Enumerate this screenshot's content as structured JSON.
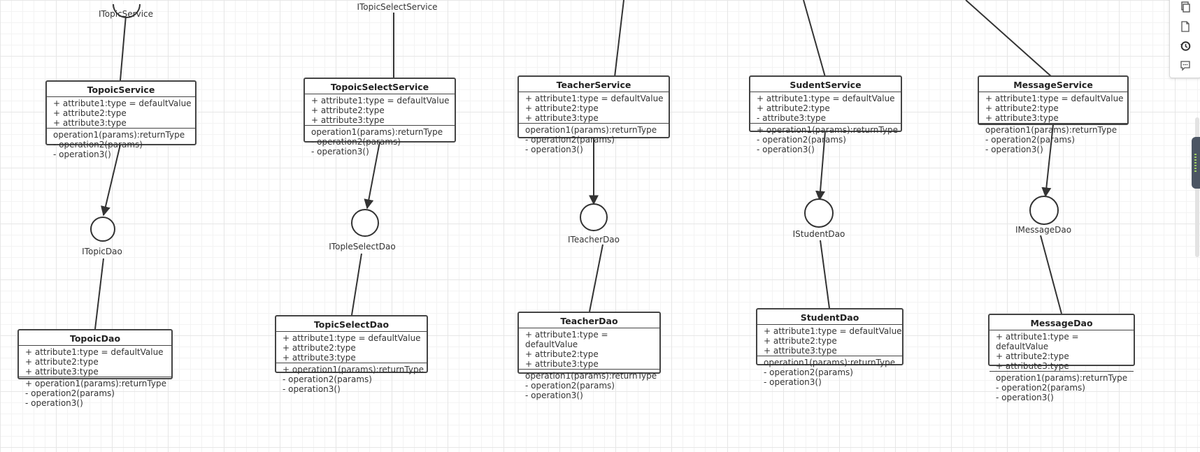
{
  "canvas": {
    "interfaces": [
      {
        "id": "itopicservice",
        "label": "ITopicService"
      },
      {
        "id": "itopicselectservice",
        "label": "ITopicSelectService"
      },
      {
        "id": "itopicdao",
        "label": "ITopicDao"
      },
      {
        "id": "itopleselectdao",
        "label": "ITopleSelectDao"
      },
      {
        "id": "iteacherdao",
        "label": "ITeacherDao"
      },
      {
        "id": "istudentdao",
        "label": "IStudentDao"
      },
      {
        "id": "imessagedao",
        "label": "IMessageDao"
      }
    ],
    "classes": [
      {
        "id": "topoicservice",
        "name": "TopoicService",
        "attributes": [
          "+ attribute1:type = defaultValue",
          "+ attribute2:type",
          "+ attribute3:type"
        ],
        "operations": [
          "operation1(params):returnType",
          "- operation2(params)",
          "- operation3()"
        ]
      },
      {
        "id": "topoicselectservice",
        "name": "TopoicSelectService",
        "attributes": [
          "+ attribute1:type = defaultValue",
          "+ attribute2:type",
          "+ attribute3:type"
        ],
        "operations": [
          "operation1(params):returnType",
          "- operation2(params)",
          "- operation3()"
        ]
      },
      {
        "id": "teacherservice",
        "name": "TeacherService",
        "attributes": [
          "+ attribute1:type = defaultValue",
          "+ attribute2:type",
          "+ attribute3:type"
        ],
        "operations": [
          "operation1(params):returnType",
          "- operation2(params)",
          "- operation3()"
        ]
      },
      {
        "id": "sudentservice",
        "name": "SudentService",
        "attributes": [
          "+ attribute1:type = defaultValue",
          "+ attribute2:type",
          "- attribute3:type"
        ],
        "operations": [
          "+ operation1(params):returnType",
          "- operation2(params)",
          "- operation3()"
        ]
      },
      {
        "id": "messageservice",
        "name": "MessageService",
        "attributes": [
          "+ attribute1:type = defaultValue",
          "+ attribute2:type",
          "+ attribute3:type"
        ],
        "operations": [
          "operation1(params):returnType",
          "- operation2(params)",
          "- operation3()"
        ]
      },
      {
        "id": "topoicdao",
        "name": "TopoicDao",
        "attributes": [
          "+ attribute1:type = defaultValue",
          "+ attribute2:type",
          "+ attribute3:type"
        ],
        "operations": [
          "+ operation1(params):returnType",
          "- operation2(params)",
          "- operation3()"
        ]
      },
      {
        "id": "topicselectdao",
        "name": "TopicSelectDao",
        "attributes": [
          "+ attribute1:type = defaultValue",
          "+ attribute2:type",
          "+ attribute3:type"
        ],
        "operations": [
          "+ operation1(params):returnType",
          "- operation2(params)",
          "- operation3()"
        ]
      },
      {
        "id": "teacherdao",
        "name": "TeacherDao",
        "attributes": [
          "+ attribute1:type =",
          "defaultValue",
          "+ attribute2:type",
          "+ attribute3:type"
        ],
        "operations": [
          "operation1(params):returnType",
          "- operation2(params)",
          "- operation3()"
        ]
      },
      {
        "id": "studentdao",
        "name": "StudentDao",
        "attributes": [
          "+ attribute1:type = defaultValue",
          "+ attribute2:type",
          "+ attribute3:type"
        ],
        "operations": [
          "operation1(params):returnType",
          "- operation2(params)",
          "- operation3()"
        ]
      },
      {
        "id": "messagedao",
        "name": "MessageDao",
        "attributes": [
          "+ attribute1:type =",
          "defaultValue",
          "+ attribute2:type",
          "+ attribute3:type"
        ],
        "operations": [
          "operation1(params):returnType",
          "- operation2(params)",
          "- operation3()"
        ]
      }
    ]
  },
  "toolbar": {
    "buttons": [
      {
        "icon": "copy-icon"
      },
      {
        "icon": "page-icon"
      },
      {
        "icon": "history-icon"
      },
      {
        "icon": "comment-icon"
      }
    ]
  },
  "colors": {
    "line": "#333333",
    "box_border": "#444444",
    "grid": "#e6e6e6",
    "scroll_handle": "#4b5563",
    "handle_accent": "#9ccc65"
  }
}
